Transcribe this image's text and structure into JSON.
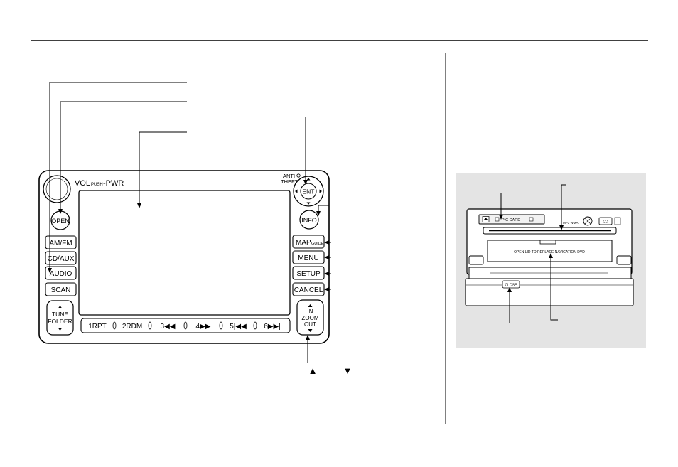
{
  "head_unit": {
    "vol_label": "VOL",
    "push_label": "PUSH",
    "pwr_label": "-PWR",
    "anti_label": "ANTI",
    "theft_label": "THEFT",
    "ent_label": "ENT",
    "info_label": "INFO",
    "open_label": "OPEN",
    "left_buttons": [
      "AM/FM",
      "CD/AUX",
      "AUDIO",
      "SCAN"
    ],
    "tune_top": "TUNE",
    "tune_bottom": "FOLDER",
    "map_label": "MAP",
    "guide_label": "GUIDE",
    "right_buttons": [
      "MENU",
      "SETUP",
      "CANCEL"
    ],
    "zoom_lines": [
      "IN",
      "ZOOM",
      "OUT"
    ],
    "preset_buttons": [
      "1RPT",
      "2RDM",
      "3◀◀",
      "4▶▶",
      "5|◀◀",
      "6▶▶|"
    ]
  },
  "arrow_symbols": [
    "▲",
    "▼"
  ],
  "drive_unit": {
    "pc_card_label": "P C CARD",
    "mp3_label": "MP3 WMA",
    "cd_label": "CD",
    "nav_text": "OPEN LID TO REPLACE NAVIGATION DVD",
    "close_label": "CLOSE"
  }
}
